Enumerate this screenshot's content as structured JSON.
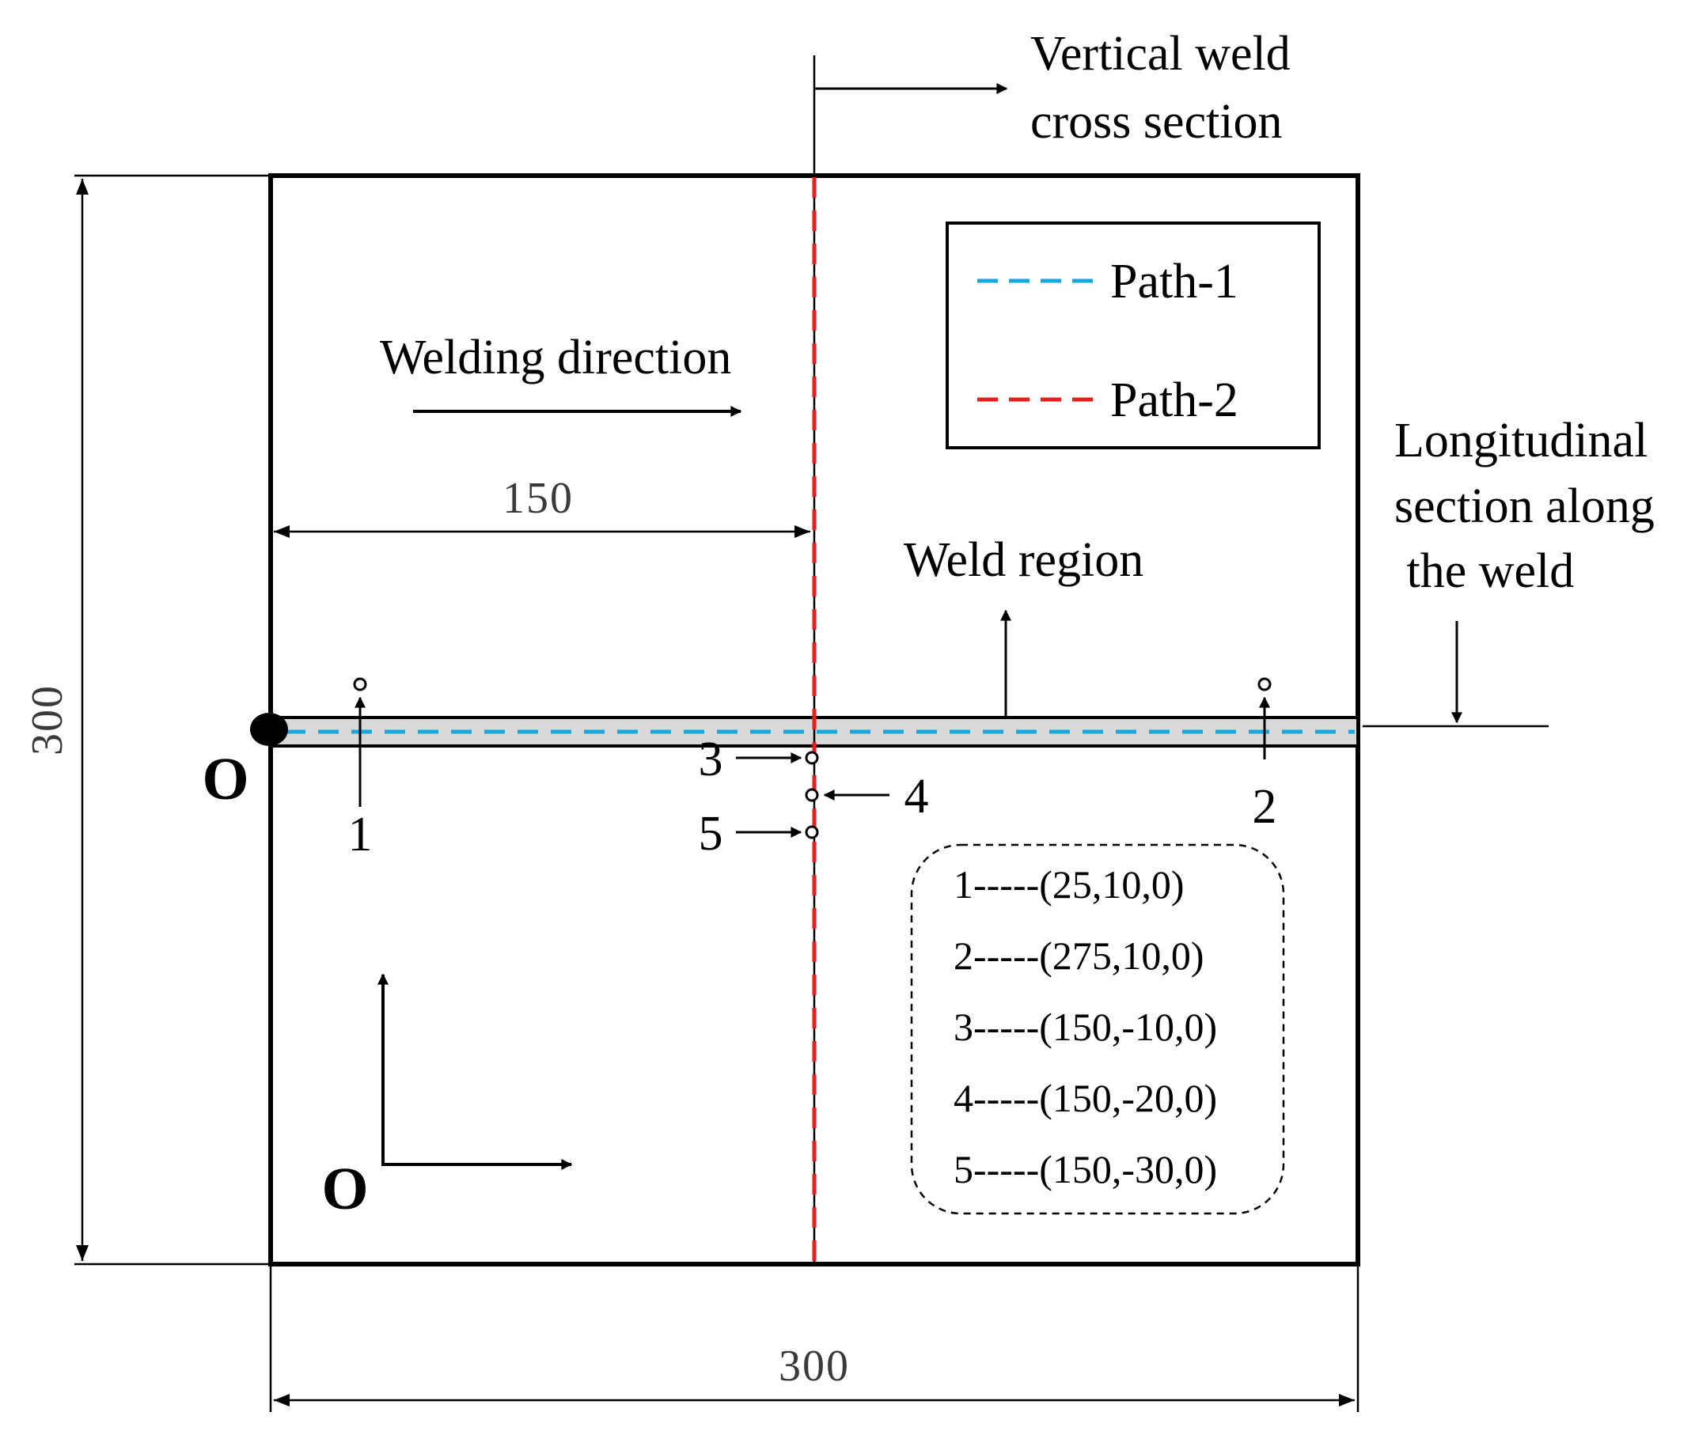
{
  "labels": {
    "vertical_section": [
      "Vertical weld",
      "cross section"
    ],
    "longitudinal_section": [
      "Longitudinal",
      "section along",
      " the weld"
    ],
    "welding_direction": "Welding direction",
    "weld_region": "Weld region",
    "origin_main": "O",
    "origin_axes": "O"
  },
  "dimensions": {
    "width": "300",
    "height": "300",
    "half_width": "150"
  },
  "legend": {
    "items": [
      {
        "label": "Path-1",
        "color": "#1aa7e0"
      },
      {
        "label": "Path-2",
        "color": "#ee1c1c"
      }
    ]
  },
  "points": {
    "markers": [
      "1",
      "2",
      "3",
      "4",
      "5"
    ],
    "coordinates": [
      "1-----(25,10,0)",
      "2-----(275,10,0)",
      "3-----(150,-10,0)",
      "4-----(150,-20,0)",
      "5-----(150,-30,0)"
    ]
  },
  "colors": {
    "weld_fill": "#d9d9d9",
    "path1": "#1aa7e0",
    "path2": "#ee1c1c"
  }
}
